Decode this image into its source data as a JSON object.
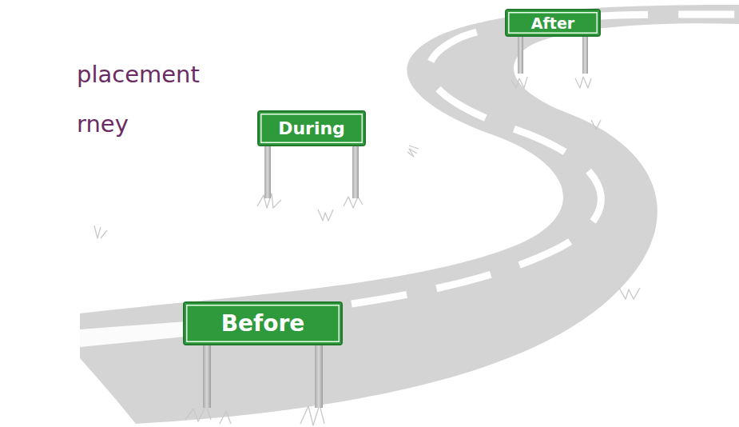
{
  "diagram": {
    "title": "placement rney",
    "nodes": [
      {
        "text": [
          "Before"
        ]
      },
      {
        "text": [
          "During"
        ]
      },
      {
        "text": [
          "After"
        ]
      }
    ]
  }
}
